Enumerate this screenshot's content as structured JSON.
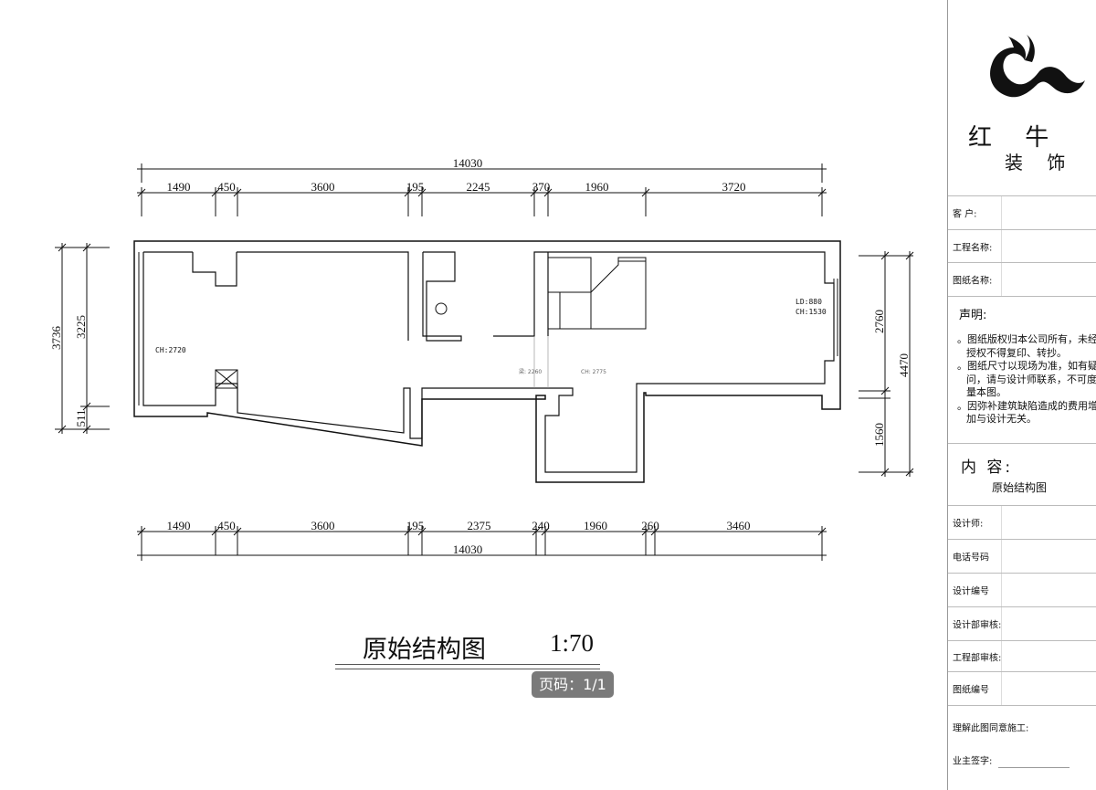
{
  "plan": {
    "top_dims": [
      "1490",
      "450",
      "3600",
      "195",
      "2245",
      "370",
      "1960",
      "3720"
    ],
    "top_total": "14030",
    "bottom_dims": [
      "1490",
      "450",
      "3600",
      "195",
      "2375",
      "240",
      "1960",
      "260",
      "3460"
    ],
    "bottom_total": "14030",
    "left_dims": [
      "3736",
      "3225",
      "511"
    ],
    "right_dims": [
      "2760",
      "4470",
      "1560"
    ],
    "annotations": {
      "ch_left": "CH:2720",
      "ld_right": "LD:880",
      "ch_right": "CH:1530",
      "beam1": "梁: 2260",
      "beam2": "CH: 2775"
    },
    "title": "原始结构图",
    "scale": "1:70",
    "page": "页码：1/1"
  },
  "titleblock": {
    "brand_1": "红 牛",
    "brand_2": "装 饰",
    "client_label": "客    户:",
    "project_label": "工程名称:",
    "drawing_name_label": "图纸名称:",
    "statement_title": "声明:",
    "statement_items": [
      "。图纸版权归本公司所有，未经授权不得复印、转抄。",
      "。图纸尺寸以现场为准，如有疑问，请与设计师联系，不可度量本图。",
      "。因弥补建筑缺陷造成的费用增加与设计无关。"
    ],
    "content_label": "内 容:",
    "content_value": "原始结构图",
    "designer_label": "设计师:",
    "phone_label": "电话号码",
    "design_no_label": "设计编号",
    "design_review_label": "设计部审核:",
    "eng_review_label": "工程部审核:",
    "drawing_no_label": "图纸编号",
    "agree_label": "理解此图同意施工:",
    "sign_label": "业主签字:"
  }
}
